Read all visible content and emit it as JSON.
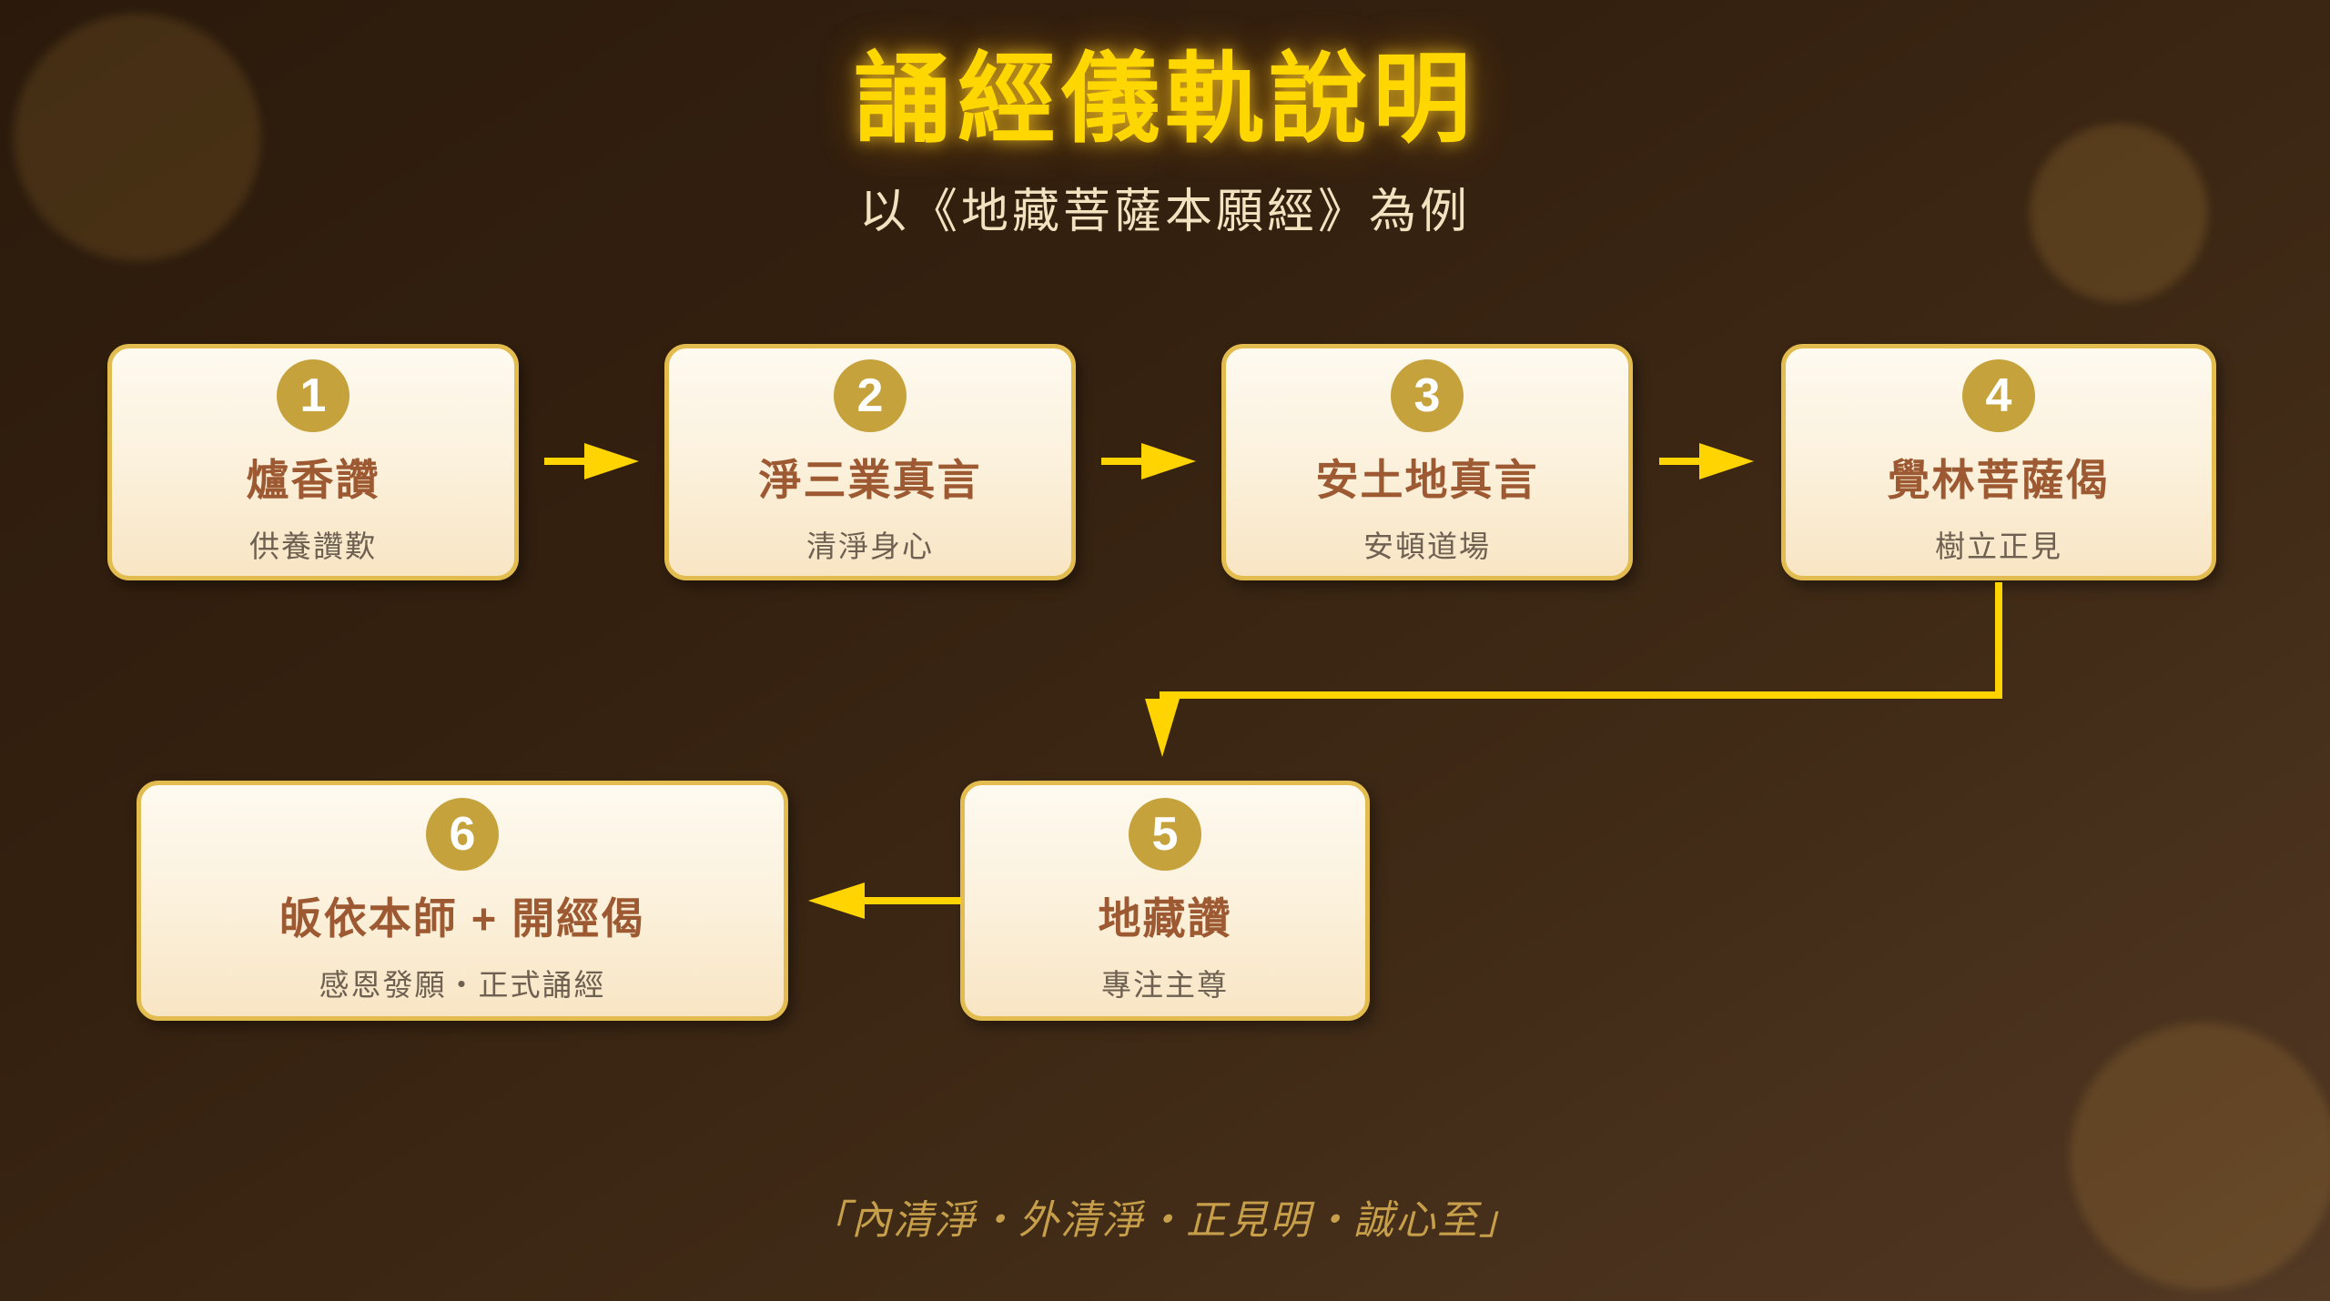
{
  "title": "誦經儀軌說明",
  "subtitle": "以《地藏菩薩本願經》為例",
  "steps": [
    {
      "num": "1",
      "title": "爐香讚",
      "desc": "供養讚歎"
    },
    {
      "num": "2",
      "title": "淨三業真言",
      "desc": "清淨身心"
    },
    {
      "num": "3",
      "title": "安土地真言",
      "desc": "安頓道場"
    },
    {
      "num": "4",
      "title": "覺林菩薩偈",
      "desc": "樹立正見"
    },
    {
      "num": "5",
      "title": "地藏讚",
      "desc": "專注主尊"
    },
    {
      "num": "6",
      "title": "皈依本師 + 開經偈",
      "desc": "感恩發願・正式誦經"
    }
  ],
  "flow": {
    "row1_order": [
      "1",
      "2",
      "3",
      "4"
    ],
    "row1_arrow_direction": "right",
    "elbow_connector": "step 4 down, left, down into step 5",
    "row2_arrow_direction": "left",
    "row2_order": [
      "5",
      "6"
    ]
  },
  "quote": "「內清淨・外清淨・正見明・誠心至」",
  "icons": {
    "arrow_right_icon": "yellow shaft + right triangle",
    "arrow_left_icon": "yellow shaft + left triangle",
    "arrow_down_icon": "yellow elbow line + down triangle"
  },
  "colors": {
    "accent_gold": "#ffd400",
    "title_yellow": "#ffd700",
    "badge_gold": "#c6a23c",
    "card_border": "#e3bc50",
    "card_title_brown": "#9d5a32",
    "card_subtitle": "#6e6152",
    "subtitle_cream": "#f2e2c0",
    "quote_gold": "#c79f4a",
    "background_dark": "#2e1c0e"
  }
}
